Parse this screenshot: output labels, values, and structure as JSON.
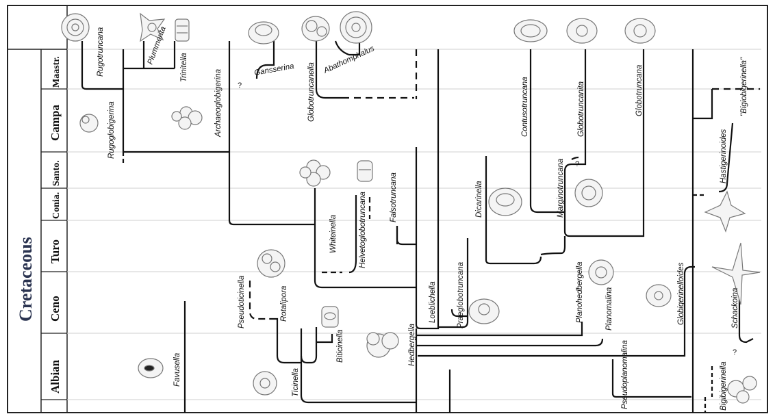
{
  "period": "Cretaceous",
  "stages": [
    "Maastr.",
    "Campa",
    "Santo.",
    "Conia.",
    "Turo",
    "Ceno",
    "Albian"
  ],
  "genera": {
    "rugotruncana": "Rugotruncana",
    "plummerita": "Plummerita",
    "trinitella": "Trinitella",
    "gansserina": "Gansserina",
    "globotruncanella": "Globotruncanella",
    "abathomphalus": "Abathomphalus",
    "contusotruncana": "Contusotruncana",
    "globotruncanita": "Globotruncanita",
    "globotruncana": "Globotruncana",
    "bigibigerinella_quoted": "\"Bigiobigerinella\"",
    "rugoglobigerina": "Rugoglobigerina",
    "archaeoglobigerina": "Archaeoglobigerina",
    "hastigerinoides": "Hastigerinoides",
    "marginotruncana": "Marginotruncana",
    "helvetoglobotruncana": "Helvetoglobotruncana",
    "falsotruncana": "Falsotruncana",
    "whiteinella": "Whiteinella",
    "dicarinella": "Dicarinella",
    "loeblichella": "Loeblichella",
    "praeglobotruncana": "Praeglobotruncana",
    "globigerinelloides": "Globigerinelloides",
    "pseudoticinella": "Pseudoticinella",
    "rotalipora": "Rotalipora",
    "planohedbergella": "Planohedbergella",
    "planomalina": "Planomalina",
    "schackoina": "Schackoina",
    "hedbergella": "Hedbergella",
    "biticinella": "Biticinella",
    "favusella": "Favusella",
    "ticinella": "Ticinella",
    "pseudoplanomalina": "Pseudoplanomalina",
    "bigibigerinella": "Bigibigerinella"
  },
  "question_marks": [
    "?",
    "?",
    "?"
  ]
}
